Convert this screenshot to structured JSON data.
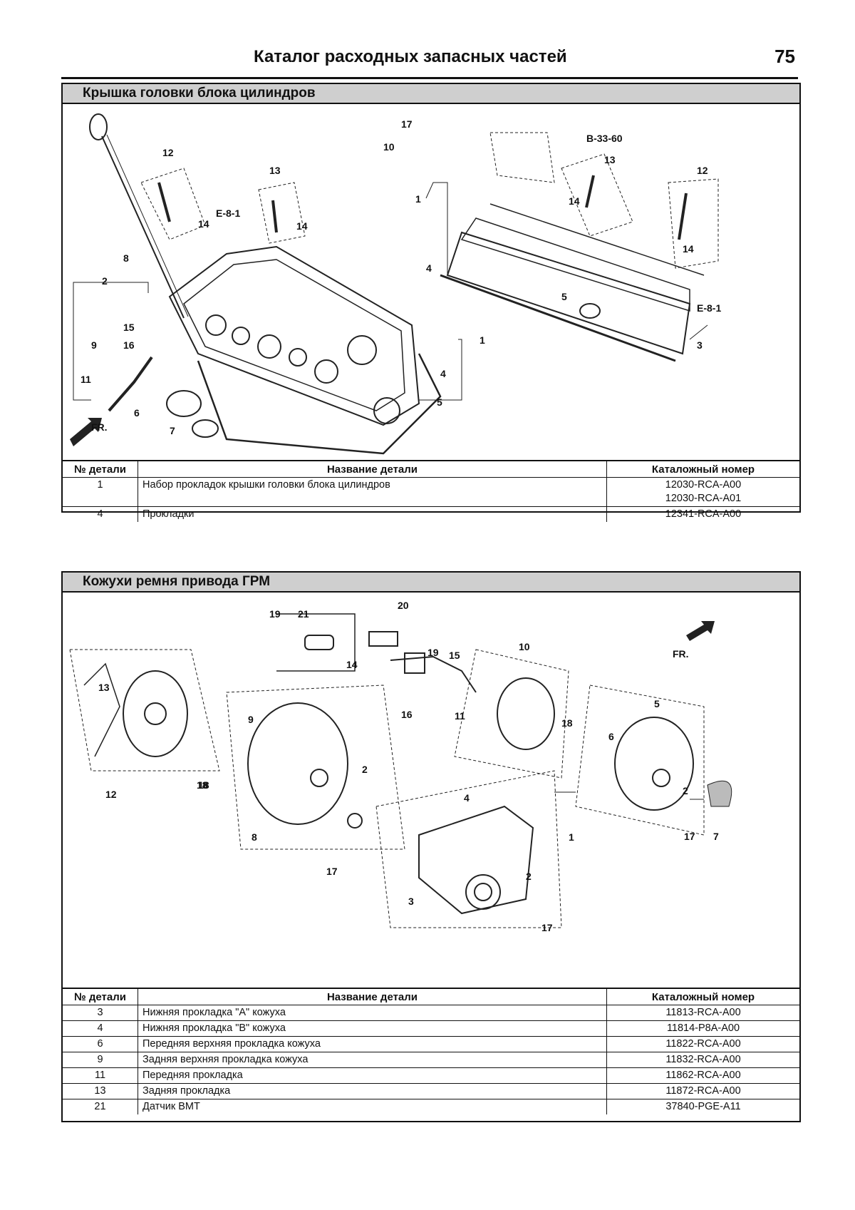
{
  "header": {
    "title": "Каталог расходных запасных частей",
    "page_number": "75"
  },
  "sections": [
    {
      "title": "Крышка головки блока цилиндров",
      "callouts": [
        "17",
        "10",
        "B-33-60",
        "13",
        "12",
        "1",
        "14",
        "14",
        "4",
        "5",
        "E-8-1",
        "3",
        "12",
        "13",
        "E-8-1",
        "14",
        "14",
        "8",
        "2",
        "15",
        "9",
        "16",
        "11",
        "6",
        "7",
        "1",
        "4",
        "5",
        "FR."
      ],
      "table": {
        "headers": [
          "№ детали",
          "Название детали",
          "Каталожный номер"
        ],
        "rows": [
          {
            "no": "1",
            "name": "Набор прокладок крышки головки блока цилиндров",
            "catalog": [
              "12030-RCA-A00",
              "12030-RCA-A01"
            ]
          },
          {
            "no": "4",
            "name": "Прокладки",
            "catalog": [
              "12341-RCA-A00"
            ]
          }
        ]
      }
    },
    {
      "title": "Кожухи ремня привода ГРМ",
      "callouts": [
        "19",
        "21",
        "20",
        "14",
        "19",
        "15",
        "10",
        "18",
        "FR.",
        "13",
        "16",
        "11",
        "18",
        "9",
        "5",
        "6",
        "12",
        "18",
        "2",
        "2",
        "4",
        "8",
        "1",
        "17",
        "17",
        "2",
        "7",
        "3",
        "17"
      ],
      "table": {
        "headers": [
          "№ детали",
          "Название детали",
          "Каталожный номер"
        ],
        "rows": [
          {
            "no": "3",
            "name": "Нижняя прокладка \"А\" кожуха",
            "catalog": [
              "11813-RCA-A00"
            ]
          },
          {
            "no": "4",
            "name": "Нижняя прокладка \"В\" кожуха",
            "catalog": [
              "11814-P8A-A00"
            ]
          },
          {
            "no": "6",
            "name": "Передняя верхняя прокладка кожуха",
            "catalog": [
              "11822-RCA-A00"
            ]
          },
          {
            "no": "9",
            "name": "Задняя верхняя прокладка кожуха",
            "catalog": [
              "11832-RCA-A00"
            ]
          },
          {
            "no": "11",
            "name": "Передняя прокладка",
            "catalog": [
              "11862-RCA-A00"
            ]
          },
          {
            "no": "13",
            "name": "Задняя прокладка",
            "catalog": [
              "11872-RCA-A00"
            ]
          },
          {
            "no": "21",
            "name": "Датчик ВМТ",
            "catalog": [
              "37840-PGE-A11"
            ]
          }
        ]
      }
    }
  ]
}
